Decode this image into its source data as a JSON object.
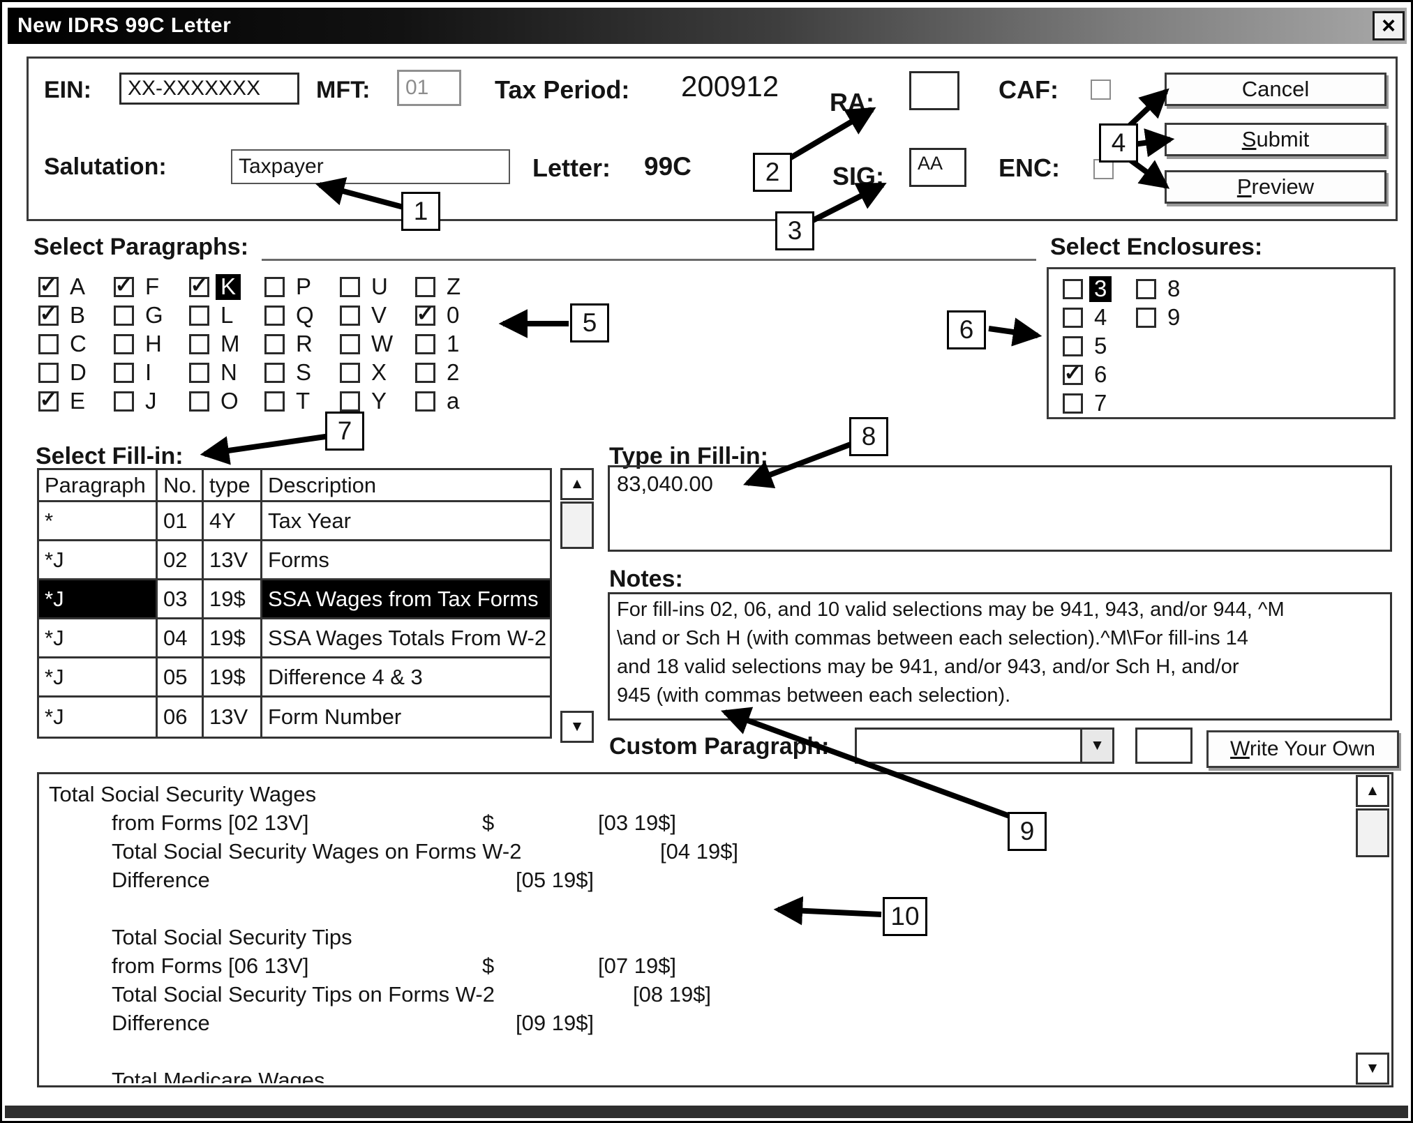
{
  "window": {
    "title": "New IDRS 99C Letter"
  },
  "icons": {
    "close": "×",
    "scroll_up": "▲",
    "scroll_down": "▼",
    "dropdown": "▼"
  },
  "header": {
    "ein_label": "EIN:",
    "ein_value": "XX-XXXXXXX",
    "mft_label": "MFT:",
    "mft_value": "01",
    "tax_period_label": "Tax Period:",
    "tax_period_value": "200912",
    "ra_label": "RA:",
    "ra_value": "",
    "caf_label": "CAF:",
    "caf_checked": false,
    "salutation_label": "Salutation:",
    "salutation_value": "Taxpayer",
    "letter_label": "Letter:",
    "letter_value": "99C",
    "sig_label": "SIG:",
    "sig_value": "AA",
    "enc_label": "ENC:",
    "enc_checked": false,
    "cancel_label": "Cancel",
    "submit_label": "Submit",
    "preview_label": "Preview"
  },
  "paragraphs": {
    "label": "Select Paragraphs:",
    "items": [
      {
        "label": "A",
        "checked": true
      },
      {
        "label": "B",
        "checked": true
      },
      {
        "label": "C"
      },
      {
        "label": "D"
      },
      {
        "label": "E",
        "checked": true
      },
      {
        "label": "F",
        "checked": true
      },
      {
        "label": "G"
      },
      {
        "label": "H"
      },
      {
        "label": "I"
      },
      {
        "label": "J"
      },
      {
        "label": "K",
        "checked": true,
        "highlighted": true
      },
      {
        "label": "L"
      },
      {
        "label": "M"
      },
      {
        "label": "N"
      },
      {
        "label": "O"
      },
      {
        "label": "P"
      },
      {
        "label": "Q"
      },
      {
        "label": "R"
      },
      {
        "label": "S"
      },
      {
        "label": "T"
      },
      {
        "label": "U"
      },
      {
        "label": "V"
      },
      {
        "label": "W"
      },
      {
        "label": "X"
      },
      {
        "label": "Y"
      },
      {
        "label": "Z"
      },
      {
        "label": "0",
        "checked": true
      },
      {
        "label": "1"
      },
      {
        "label": "2"
      },
      {
        "label": "a"
      }
    ]
  },
  "enclosures": {
    "label": "Select Enclosures:",
    "items": [
      {
        "label": "3",
        "highlighted": true
      },
      {
        "label": "4"
      },
      {
        "label": "5"
      },
      {
        "label": "6",
        "checked": true
      },
      {
        "label": "7"
      },
      {
        "label": "8"
      },
      {
        "label": "9"
      }
    ]
  },
  "fillin": {
    "label": "Select Fill-in:",
    "columns": [
      "Paragraph",
      "No.",
      "type",
      "Description"
    ],
    "rows": [
      {
        "paragraph": "*",
        "no": "01",
        "type": "4Y",
        "description": "Tax Year"
      },
      {
        "paragraph": "*J",
        "no": "02",
        "type": "13V",
        "description": "Forms"
      },
      {
        "paragraph": "*J",
        "no": "03",
        "type": "19$",
        "description": "SSA Wages from Tax Forms",
        "selected": true
      },
      {
        "paragraph": "*J",
        "no": "04",
        "type": "19$",
        "description": "SSA Wages Totals From W-2"
      },
      {
        "paragraph": "*J",
        "no": "05",
        "type": "19$",
        "description": "Difference 4 & 3"
      },
      {
        "paragraph": "*J",
        "no": "06",
        "type": "13V",
        "description": "Form Number"
      }
    ]
  },
  "type_in": {
    "label": "Type in Fill-in:",
    "value": "83,040.00"
  },
  "notes": {
    "label": "Notes:",
    "lines": [
      "For fill-ins 02, 06, and 10 valid selections may be 941, 943, and/or 944, ^M",
      "\\and or Sch H (with commas between each selection).^M\\For fill-ins 14",
      "and 18 valid selections may be 941, and/or 943, and/or Sch H, and/or",
      "945 (with commas between each selection)."
    ]
  },
  "custom": {
    "label": "Custom Paragraph:",
    "value": "",
    "write_label": "Write Your Own"
  },
  "preview_lines": [
    [
      "Total Social Security Wages"
    ],
    [
      "from Forms [02 13V]",
      "$",
      "[03 19$]"
    ],
    [
      "Total Social Security Wages on Forms W-2",
      "[04 19$]"
    ],
    [
      "Difference",
      "[05 19$]"
    ],
    [],
    [
      "Total Social Security Tips"
    ],
    [
      "from Forms [06 13V]",
      "$",
      "[07 19$]"
    ],
    [
      "Total Social Security Tips on Forms W-2",
      "[08 19$]"
    ],
    [
      "Difference",
      "[09 19$]"
    ],
    [],
    [
      "Total Medicare Wages"
    ]
  ],
  "callouts": [
    "1",
    "2",
    "3",
    "4",
    "5",
    "6",
    "7",
    "8",
    "9",
    "10"
  ]
}
